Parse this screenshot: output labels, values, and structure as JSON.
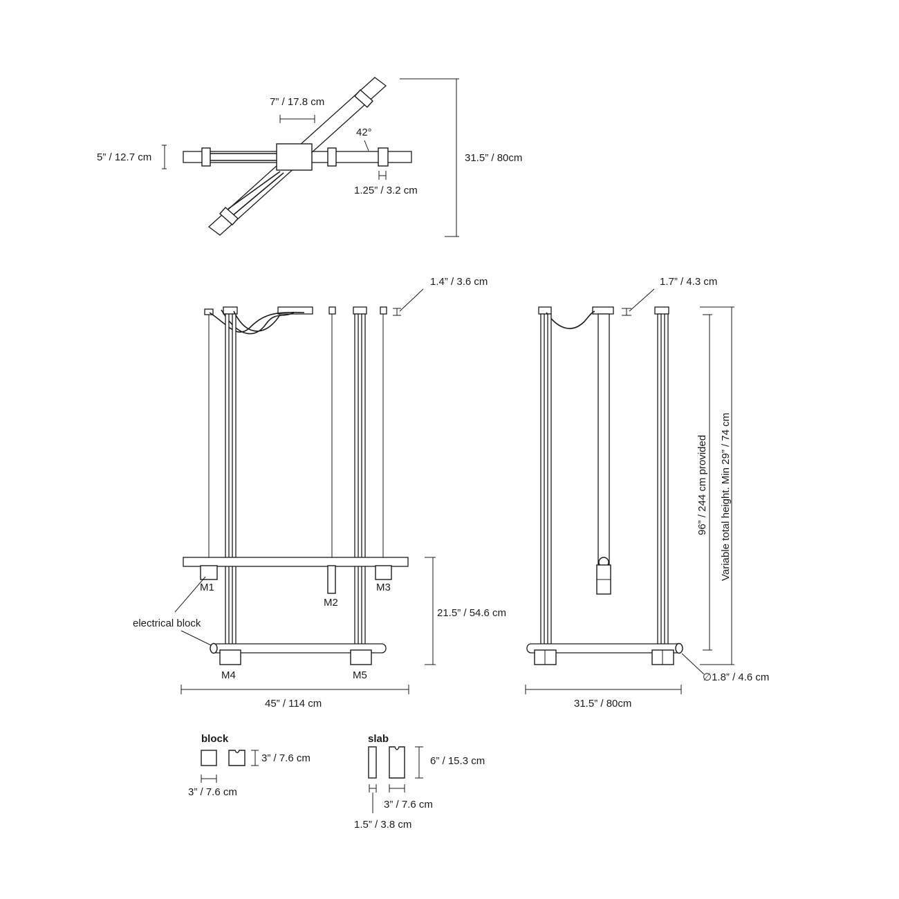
{
  "top_view": {
    "dim_width_small": "7” / 17.8 cm",
    "angle": "42°",
    "dim_height_left": "5” / 12.7 cm",
    "dim_total_height": "31.5” / 80cm",
    "dim_bar": "1.25” / 3.2 cm"
  },
  "front_view": {
    "dim_canopy": "1.4” / 3.6 cm",
    "label_m1": "M1",
    "label_m2": "M2",
    "label_m3": "M3",
    "label_m4": "M4",
    "label_m5": "M5",
    "label_electrical": "electrical block",
    "dim_tier_gap": "21.5” / 54.6 cm",
    "dim_width": "45” / 114 cm"
  },
  "side_view": {
    "dim_canopy": "1.7” / 4.3 cm",
    "dim_cable": "96” / 244 cm provided",
    "dim_variable": "Variable total height.  Min 29” / 74 cm",
    "dim_diameter": "∅1.8” / 4.6 cm",
    "dim_width": "31.5” / 80cm"
  },
  "modules": {
    "block_title": "block",
    "block_height": "3” / 7.6 cm",
    "block_width": "3” / 7.6 cm",
    "slab_title": "slab",
    "slab_height": "6” / 15.3 cm",
    "slab_width": "3” / 7.6 cm",
    "slab_depth": "1.5” / 3.8 cm"
  }
}
